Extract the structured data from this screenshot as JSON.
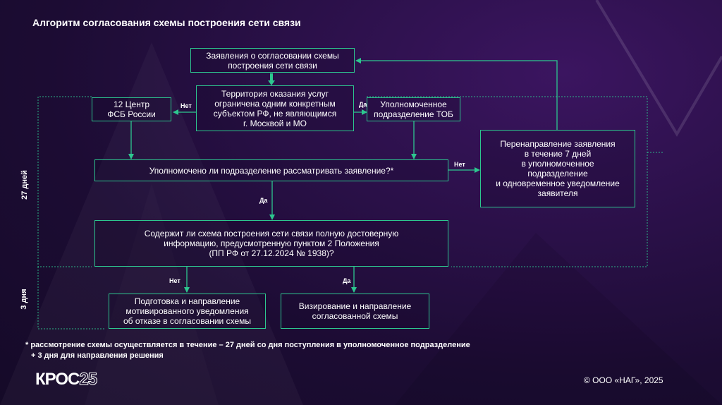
{
  "title": "Алгоритм согласования схемы построения сети связи",
  "boxes": {
    "application": "Заявления о согласовании схемы\nпостроения сети связи",
    "territory": "Территория оказания услуг\nограничена одним конкретным\nсубъектом РФ, не являющимся\nг. Москвой и МО",
    "fsb": "12 Центр\nФСБ России",
    "tob": "Уполномоченное\nподразделение ТОБ",
    "redirect": "Перенаправление заявления\nв течение 7 дней\nв уполномоченное\nподразделение\nи одновременное уведомление\nзаявителя",
    "authorized": "Уполномочено ли подразделение рассматривать заявление?*",
    "contains": "Содержит ли схема построения сети связи полную достоверную\nинформацию, предусмотренную пунктом 2 Положения\n(ПП РФ от 27.12.2024 № 1938)?",
    "refusal": "Подготовка и направление\nмотивированного уведомления\nоб отказе в согласовании схемы",
    "approval": "Визирование и направление\nсогласованной схемы"
  },
  "labels": {
    "no_fsb": "Нет",
    "yes_tob": "Да",
    "no_redirect": "Нет",
    "yes_contains": "Да",
    "no_refusal": "Нет",
    "yes_approval": "Да"
  },
  "sides": {
    "days27": "27 дней",
    "days3": "3 дня"
  },
  "footnote": {
    "line1": "*  рассмотрение схемы осуществляется в течение – 27 дней со дня поступления в уполномоченное подразделение",
    "line2": "+ 3 дня для направления решения"
  },
  "logo": {
    "text": "КРОС",
    "num": "25"
  },
  "copyright": "© ООО «НАГ», 2025",
  "colors": {
    "accent": "#2dc78f",
    "background": "#1c0c33"
  }
}
